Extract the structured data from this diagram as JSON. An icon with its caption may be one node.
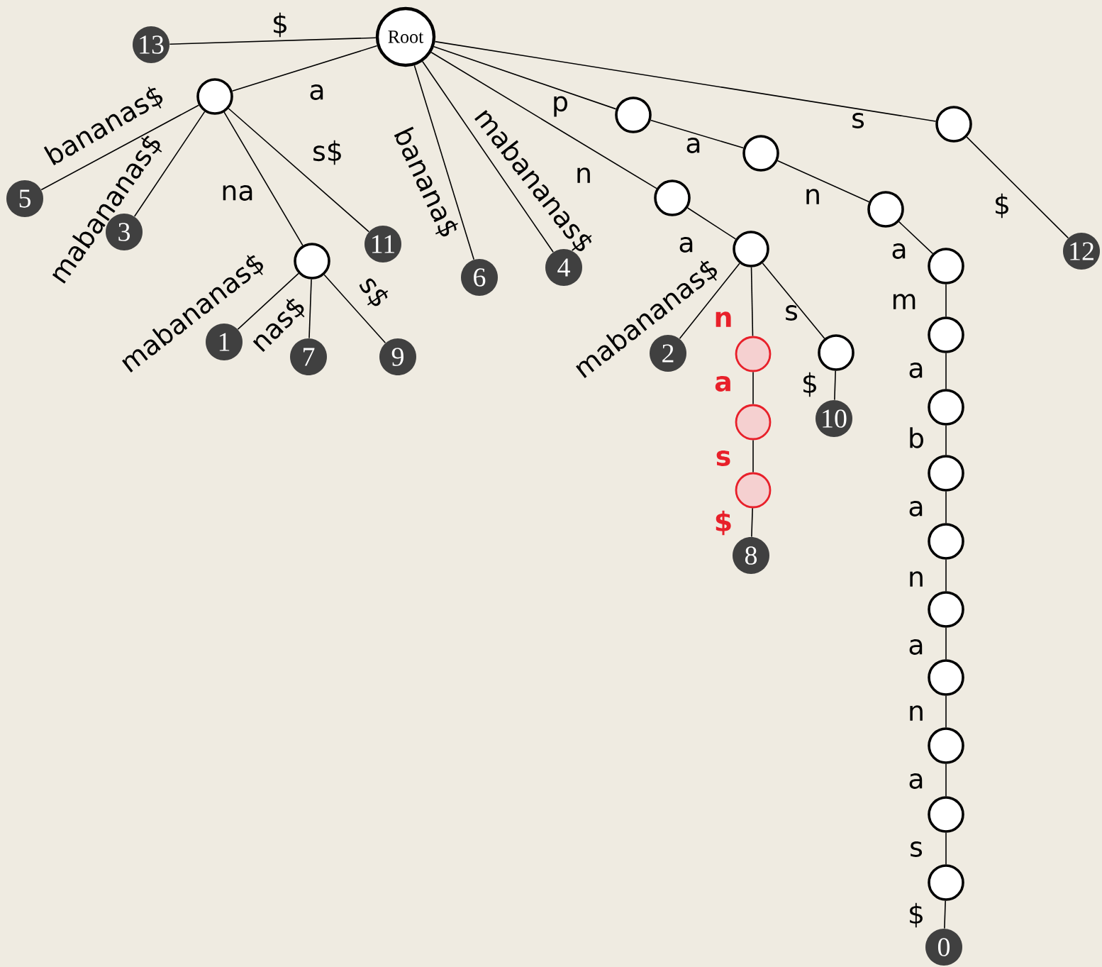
{
  "diagram": {
    "nodes": [
      {
        "text": [
          "Root"
        ]
      },
      {
        "text": [
          "13"
        ]
      },
      {
        "text": [],
        "shape": "circle"
      },
      {
        "text": [
          "5"
        ]
      },
      {
        "text": [
          "3"
        ]
      },
      {
        "text": [],
        "shape": "circle"
      },
      {
        "text": [
          "11"
        ]
      },
      {
        "text": [
          "1"
        ]
      },
      {
        "text": [
          "7"
        ]
      },
      {
        "text": [
          "9"
        ]
      },
      {
        "text": [
          "6"
        ]
      },
      {
        "text": [
          "4"
        ]
      },
      {
        "text": [],
        "shape": "circle"
      },
      {
        "text": [],
        "shape": "circle"
      },
      {
        "text": [],
        "shape": "circle"
      },
      {
        "text": [],
        "shape": "circle"
      },
      {
        "text": [],
        "shape": "circle"
      },
      {
        "text": [
          "2"
        ]
      },
      {
        "text": [],
        "shape": "circle"
      },
      {
        "text": [],
        "shape": "circle"
      },
      {
        "text": [],
        "shape": "circle"
      },
      {
        "text": [
          "8"
        ]
      },
      {
        "text": [],
        "shape": "circle"
      },
      {
        "text": [
          "10"
        ]
      },
      {
        "text": [],
        "shape": "circle"
      },
      {
        "text": [
          "12"
        ]
      },
      {
        "text": [],
        "shape": "circle"
      },
      {
        "text": [],
        "shape": "circle"
      },
      {
        "text": [],
        "shape": "circle"
      },
      {
        "text": [],
        "shape": "circle"
      },
      {
        "text": [],
        "shape": "circle"
      },
      {
        "text": [],
        "shape": "circle"
      },
      {
        "text": [],
        "shape": "circle"
      },
      {
        "text": [],
        "shape": "circle"
      },
      {
        "text": [],
        "shape": "circle"
      },
      {
        "text": [],
        "shape": "circle"
      },
      {
        "text": [
          "0"
        ]
      }
    ],
    "edges": [
      {
        "from": 0,
        "to": 1,
        "arrow": "none",
        "label": "$"
      },
      {
        "from": 0,
        "to": 2,
        "arrow": "none",
        "label": "a"
      },
      {
        "from": 2,
        "to": 3,
        "arrow": "none",
        "label": "bananas$"
      },
      {
        "from": 2,
        "to": 4,
        "arrow": "none",
        "label": "mabananas$"
      },
      {
        "from": 2,
        "to": 5,
        "arrow": "none",
        "label": "na"
      },
      {
        "from": 2,
        "to": 6,
        "arrow": "none",
        "label": "s$"
      },
      {
        "from": 5,
        "to": 7,
        "arrow": "none",
        "label": "mabananas$"
      },
      {
        "from": 5,
        "to": 8,
        "arrow": "none",
        "label": "nas$"
      },
      {
        "from": 5,
        "to": 9,
        "arrow": "none",
        "label": "s$"
      },
      {
        "from": 0,
        "to": 10,
        "arrow": "none",
        "label": "banana$"
      },
      {
        "from": 0,
        "to": 11,
        "arrow": "none",
        "label": "mabananas$"
      },
      {
        "from": 0,
        "to": 12,
        "arrow": "none",
        "label": "p"
      },
      {
        "from": 12,
        "to": 13,
        "arrow": "none",
        "label": "a"
      },
      {
        "from": 13,
        "to": 14,
        "arrow": "none",
        "label": "n"
      },
      {
        "from": 0,
        "to": 15,
        "arrow": "none",
        "label": "n"
      },
      {
        "from": 15,
        "to": 16,
        "arrow": "none",
        "label": "a"
      },
      {
        "from": 16,
        "to": 17,
        "arrow": "none",
        "label": "mabananas$"
      },
      {
        "from": 16,
        "to": 18,
        "arrow": "none",
        "label": "n"
      },
      {
        "from": 18,
        "to": 19,
        "arrow": "none",
        "label": "a"
      },
      {
        "from": 19,
        "to": 20,
        "arrow": "none",
        "label": "s"
      },
      {
        "from": 20,
        "to": 21,
        "arrow": "none",
        "label": "$"
      },
      {
        "from": 16,
        "to": 22,
        "arrow": "none",
        "label": "s"
      },
      {
        "from": 22,
        "to": 23,
        "arrow": "none",
        "label": "$"
      },
      {
        "from": 0,
        "to": 24,
        "arrow": "none",
        "label": "s"
      },
      {
        "from": 24,
        "to": 25,
        "arrow": "none",
        "label": "$"
      },
      {
        "from": 14,
        "to": 26,
        "arrow": "none",
        "label": "a"
      },
      {
        "from": 26,
        "to": 27,
        "arrow": "none",
        "label": "m"
      },
      {
        "from": 27,
        "to": 28,
        "arrow": "none",
        "label": "a"
      },
      {
        "from": 28,
        "to": 29,
        "arrow": "none",
        "label": "b"
      },
      {
        "from": 29,
        "to": 30,
        "arrow": "none",
        "label": "a"
      },
      {
        "from": 30,
        "to": 31,
        "arrow": "none",
        "label": "n"
      },
      {
        "from": 31,
        "to": 32,
        "arrow": "none",
        "label": "a"
      },
      {
        "from": 32,
        "to": 33,
        "arrow": "none",
        "label": "n"
      },
      {
        "from": 33,
        "to": 34,
        "arrow": "none",
        "label": "a"
      },
      {
        "from": 34,
        "to": 35,
        "arrow": "none",
        "label": "s"
      },
      {
        "from": 35,
        "to": 36,
        "arrow": "none",
        "label": "$"
      }
    ]
  }
}
